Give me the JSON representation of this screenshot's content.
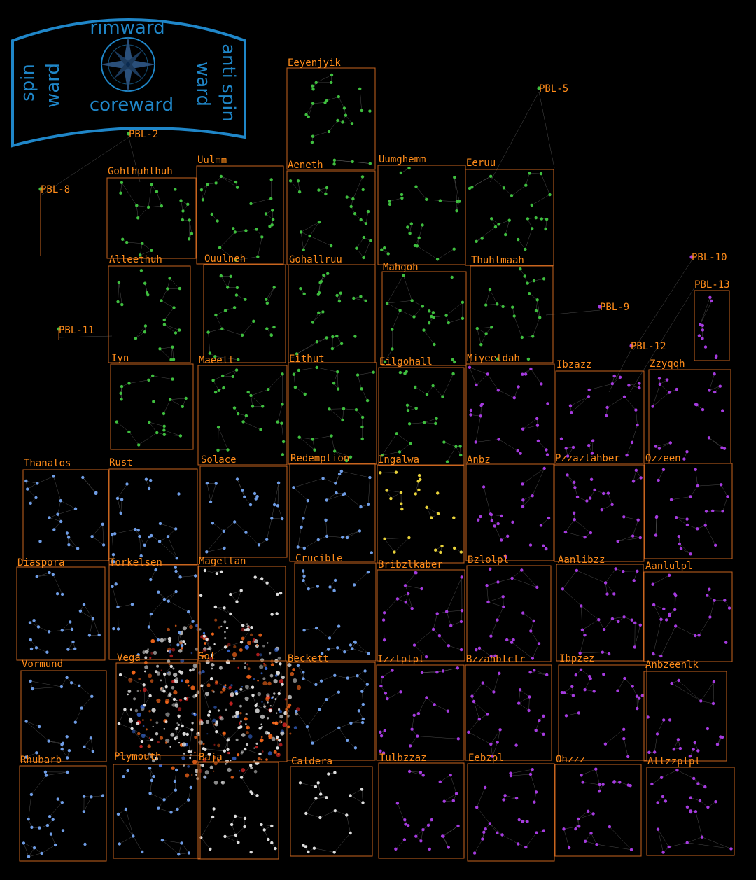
{
  "colors": {
    "background": "#000000",
    "sector_border": "#c8641e",
    "sector_label": "#ff8c1a",
    "compass": "#1f86c8",
    "link": "#8a8a8a",
    "green": "#3fbf3f",
    "purple": "#a63be0",
    "blue": "#6f9de6",
    "orange": "#ff6a1a",
    "white": "#dddddd",
    "yellow": "#e8d23a",
    "red": "#cc2222"
  },
  "compass": {
    "rimward": "rimward",
    "coreward": "coreward",
    "spinward_a": "spin",
    "spinward_b": "ward",
    "antispin_a": "anti spin",
    "antispin_b": "ward",
    "icon": "compass-rose-icon"
  },
  "sectors": [
    {
      "name": "Eeyenjyik",
      "color": "green"
    },
    {
      "name": "PBL-5",
      "color": "green"
    },
    {
      "name": "PBL-2",
      "color": "green"
    },
    {
      "name": "Gohthuhthuh",
      "color": "green"
    },
    {
      "name": "Uulmm",
      "color": "green"
    },
    {
      "name": "Aeneth",
      "color": "green"
    },
    {
      "name": "Uumghemm",
      "color": "green"
    },
    {
      "name": "Eeruu",
      "color": "green"
    },
    {
      "name": "PBL-8",
      "color": "green"
    },
    {
      "name": "Alleethuh",
      "color": "green"
    },
    {
      "name": "Ouulneh",
      "color": "green"
    },
    {
      "name": "Gohallruu",
      "color": "green"
    },
    {
      "name": "Mahgoh",
      "color": "green"
    },
    {
      "name": "Thuhlmaah",
      "color": "green"
    },
    {
      "name": "PBL-10",
      "color": "purple"
    },
    {
      "name": "PBL-13",
      "color": "purple"
    },
    {
      "name": "PBL-9",
      "color": "purple"
    },
    {
      "name": "PBL-11",
      "color": "green"
    },
    {
      "name": "PBL-12",
      "color": "purple"
    },
    {
      "name": "Iyn",
      "color": "green"
    },
    {
      "name": "Maeell",
      "color": "green"
    },
    {
      "name": "Eithut",
      "color": "green"
    },
    {
      "name": "Eilgohall",
      "color": "green"
    },
    {
      "name": "Miyeeldah",
      "color": "purple"
    },
    {
      "name": "Ibzazz",
      "color": "purple"
    },
    {
      "name": "Zzyqqh",
      "color": "purple"
    },
    {
      "name": "Thanatos",
      "color": "blue"
    },
    {
      "name": "Rust",
      "color": "blue"
    },
    {
      "name": "Solace",
      "color": "blue"
    },
    {
      "name": "Redemption",
      "color": "blue"
    },
    {
      "name": "Ingalwa",
      "color": "yellow"
    },
    {
      "name": "Anbz",
      "color": "purple"
    },
    {
      "name": "Pzzazlahber",
      "color": "purple"
    },
    {
      "name": "Ozzeen",
      "color": "purple"
    },
    {
      "name": "Diaspora",
      "color": "blue"
    },
    {
      "name": "Torkelsen",
      "color": "blue"
    },
    {
      "name": "Magellan",
      "color": "white"
    },
    {
      "name": "Crucible",
      "color": "blue"
    },
    {
      "name": "Bribzlkaber",
      "color": "purple"
    },
    {
      "name": "Bzlolpl",
      "color": "purple"
    },
    {
      "name": "Aanlibzz",
      "color": "purple"
    },
    {
      "name": "Aanlulpl",
      "color": "purple"
    },
    {
      "name": "Vormund",
      "color": "blue"
    },
    {
      "name": "Vega",
      "color": "white"
    },
    {
      "name": "Sol",
      "color": "white"
    },
    {
      "name": "Beckett",
      "color": "blue"
    },
    {
      "name": "Izzlplpl",
      "color": "purple"
    },
    {
      "name": "Bzzahblclr",
      "color": "purple"
    },
    {
      "name": "Ibpzez",
      "color": "purple"
    },
    {
      "name": "Anbzeenlk",
      "color": "purple"
    },
    {
      "name": "Rhubarb",
      "color": "blue"
    },
    {
      "name": "Plymouth",
      "color": "blue"
    },
    {
      "name": "Baja",
      "color": "white"
    },
    {
      "name": "Caldera",
      "color": "white"
    },
    {
      "name": "Tulbzzaz",
      "color": "purple"
    },
    {
      "name": "Eebzpl",
      "color": "purple"
    },
    {
      "name": "Ohzzz",
      "color": "purple"
    },
    {
      "name": "Allzzplpl",
      "color": "purple"
    }
  ]
}
